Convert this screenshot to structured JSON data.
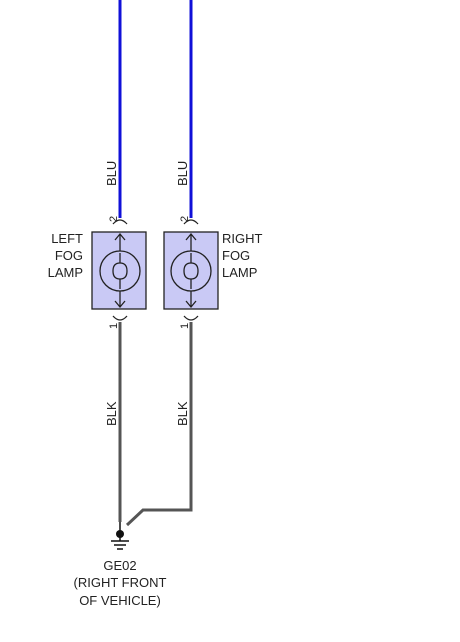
{
  "colors": {
    "blue_wire": "#1010d8",
    "black_wire": "#555555",
    "lamp_fill": "#c9c9f5",
    "outline": "#222222"
  },
  "left_lamp": {
    "name_lines": [
      "LEFT",
      "FOG",
      "LAMP"
    ],
    "pin_top": "2",
    "pin_bottom": "1",
    "wire_top_label": "BLU",
    "wire_bottom_label": "BLK"
  },
  "right_lamp": {
    "name_lines": [
      "RIGHT",
      "FOG",
      "LAMP"
    ],
    "pin_top": "2",
    "pin_bottom": "1",
    "wire_top_label": "BLU",
    "wire_bottom_label": "BLK"
  },
  "ground": {
    "id": "GE02",
    "location_lines": [
      "(RIGHT FRONT",
      "OF VEHICLE)"
    ]
  },
  "icons": {
    "lamp": "bulb-icon",
    "ground": "ground-icon"
  }
}
